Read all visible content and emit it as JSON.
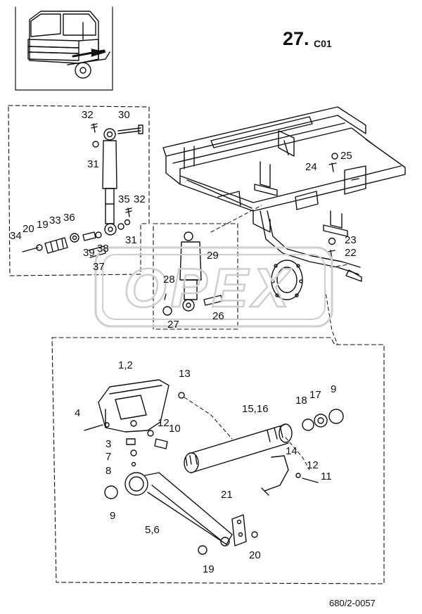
{
  "header": {
    "section_number": "27.",
    "section_code": "C01"
  },
  "footer": {
    "drawing_ref": "680/2-0057"
  },
  "watermark": {
    "text": "OPEX"
  },
  "labels": {
    "p30": "30",
    "p32a": "32",
    "p31a": "31",
    "p35": "35",
    "p32b": "32",
    "p31b": "31",
    "p34": "34",
    "p20a": "20",
    "p19a": "19",
    "p33": "33",
    "p36": "36",
    "p39": "39",
    "p38": "38",
    "p37": "37",
    "p25": "25",
    "p24": "24",
    "p23": "23",
    "p22": "22",
    "p29": "29",
    "p28": "28",
    "p26": "26",
    "p27": "27",
    "p12a": "1,2",
    "p13": "13",
    "p4": "4",
    "p12b": "12",
    "p10": "10",
    "p3": "3",
    "p7": "7",
    "p8": "8",
    "p1516": "15,16",
    "p18": "18",
    "p17": "17",
    "p9a": "9",
    "p14": "14",
    "p12c": "12",
    "p11": "11",
    "p9b": "9",
    "p56": "5,6",
    "p21": "21",
    "p19b": "19",
    "p20b": "20"
  },
  "colors": {
    "line": "#111111",
    "watermark": "#cfcfcf"
  }
}
